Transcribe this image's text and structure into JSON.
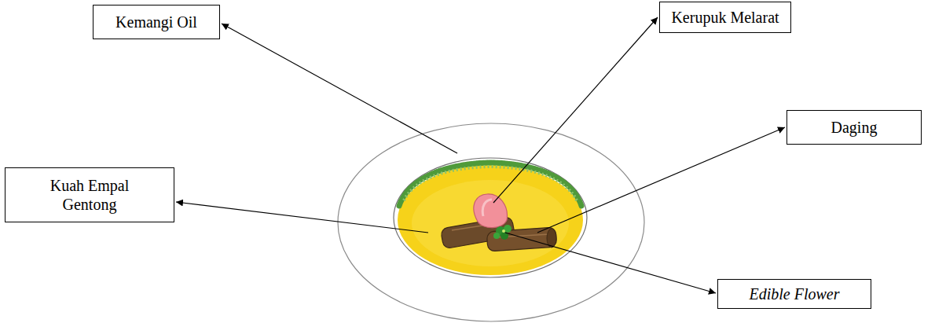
{
  "diagram": {
    "nodes": [
      {
        "text": [
          "Kemangi Oil"
        ]
      },
      {
        "text": [
          "Kerupuk Melarat"
        ]
      },
      {
        "text": [
          "Daging"
        ]
      },
      {
        "text": [
          "Kuah Empal Gentong"
        ]
      },
      {
        "text": [
          "Edible Flower"
        ]
      }
    ]
  }
}
